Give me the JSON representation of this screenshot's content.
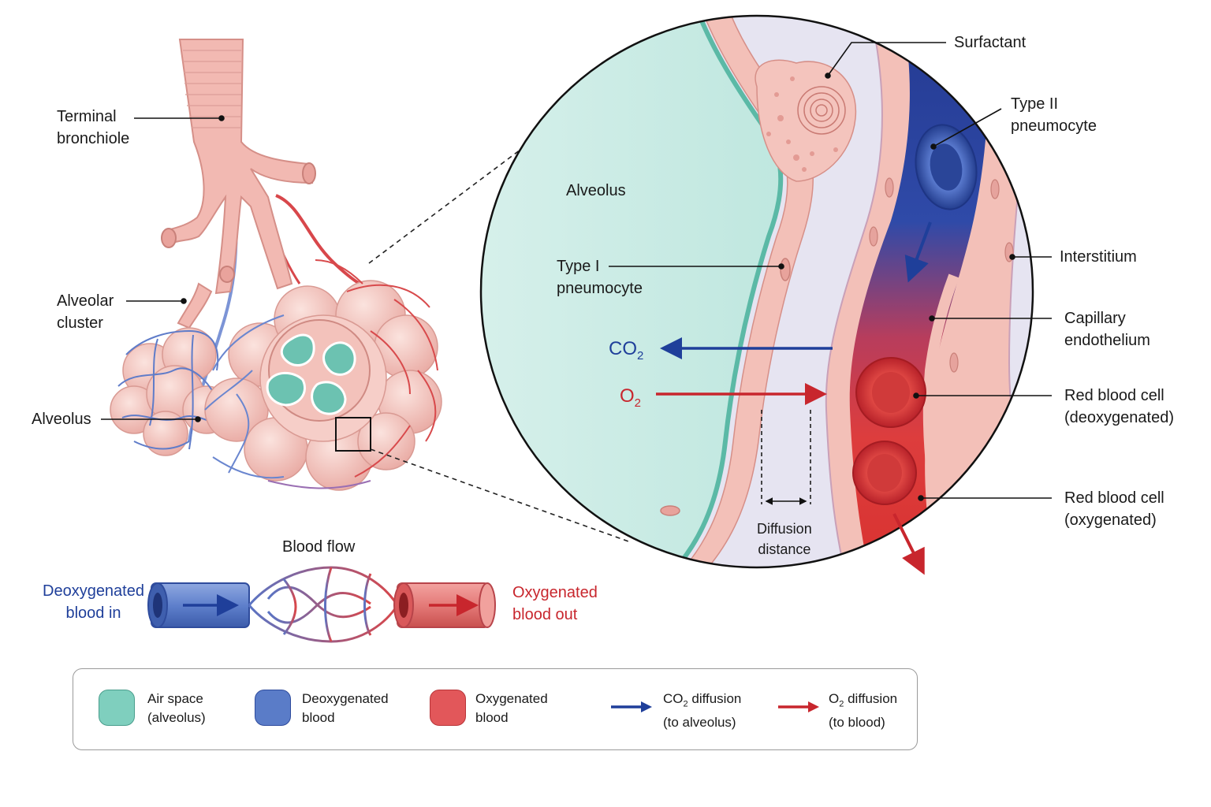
{
  "labels": {
    "terminal_bronchiole": [
      "Terminal",
      "bronchiole"
    ],
    "alveolar_cluster": [
      "Alveolar",
      "cluster"
    ],
    "alveolus_left": "Alveolus",
    "alveolus_zoom": "Alveolus",
    "type1": [
      "Type I",
      "pneumocyte"
    ],
    "surfactant": "Surfactant",
    "type2": [
      "Type II",
      "pneumocyte"
    ],
    "interstitium": "Interstitium",
    "capillary_endothelium": [
      "Capillary",
      "endothelium"
    ],
    "rbc_deoxy": [
      "Red blood cell",
      "(deoxygenated)"
    ],
    "rbc_oxy": [
      "Red blood cell",
      "(oxygenated)"
    ],
    "diffusion_distance": [
      "Diffusion",
      "distance"
    ]
  },
  "gases": {
    "co2": {
      "base": "CO",
      "sub": "2"
    },
    "o2": {
      "base": "O",
      "sub": "2"
    }
  },
  "blood_flow": {
    "title": "Blood flow",
    "in_label": [
      "Deoxygenated",
      "blood in"
    ],
    "out_label": [
      "Oxygenated",
      "blood out"
    ]
  },
  "legend": {
    "items": [
      {
        "lines": [
          "Air space",
          "(alveolus)"
        ],
        "kind": "swatch",
        "color": "#7fcfbe"
      },
      {
        "lines": [
          "Deoxygenated",
          "blood"
        ],
        "kind": "swatch",
        "color": "#5a7cc8"
      },
      {
        "lines": [
          "Oxygenated",
          "blood"
        ],
        "kind": "swatch",
        "color": "#e2575a"
      },
      {
        "lines": [
          "diffusion",
          "(to alveolus)"
        ],
        "gas": "CO",
        "kind": "arrow",
        "color": "#1f3f9a"
      },
      {
        "lines": [
          "diffusion",
          "(to blood)"
        ],
        "gas": "O",
        "kind": "arrow",
        "color": "#c8262d"
      }
    ]
  },
  "colors": {
    "air_space": "#7fcfbe",
    "deoxygenated": "#2c4aa6",
    "oxygenated": "#d93a3c",
    "tissue": "#f4c6bf",
    "interstitium": "#e4e2f0"
  }
}
